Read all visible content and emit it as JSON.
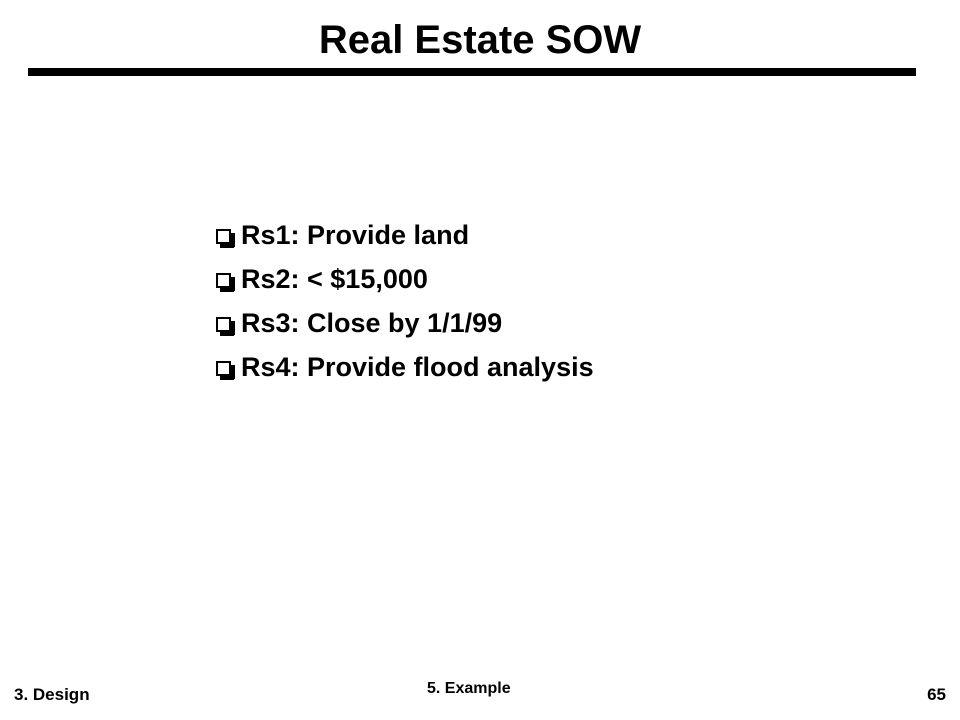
{
  "slide": {
    "title": "Real Estate SOW",
    "bullets": [
      {
        "label": "Rs1: Provide land",
        "icon": "checkbox-icon"
      },
      {
        "label": "Rs2: < $15,000",
        "icon": "checkbox-icon"
      },
      {
        "label": "Rs3: Close by 1/1/99",
        "icon": "checkbox-icon"
      },
      {
        "label": "Rs4: Provide flood analysis",
        "icon": "checkbox-icon"
      }
    ]
  },
  "footer": {
    "left": "3. Design",
    "center": "5. Example",
    "page_number": "65"
  },
  "colors": {
    "text": "#000000",
    "background": "#ffffff"
  }
}
